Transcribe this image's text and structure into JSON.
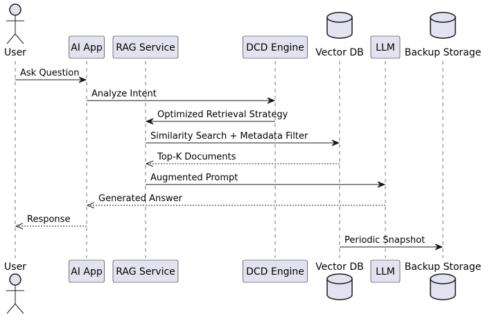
{
  "participants": [
    {
      "id": "user",
      "label": "User",
      "kind": "actor",
      "icon": "stick-figure-icon"
    },
    {
      "id": "aiapp",
      "label": "AI App",
      "kind": "participant"
    },
    {
      "id": "rag",
      "label": "RAG Service",
      "kind": "participant"
    },
    {
      "id": "dcd",
      "label": "DCD Engine",
      "kind": "participant"
    },
    {
      "id": "vectordb",
      "label": "Vector DB",
      "kind": "database",
      "icon": "database-cylinder-icon"
    },
    {
      "id": "llm",
      "label": "LLM",
      "kind": "participant"
    },
    {
      "id": "backup",
      "label": "Backup Storage",
      "kind": "database",
      "icon": "database-cylinder-icon"
    }
  ],
  "messages": [
    {
      "from": "user",
      "to": "aiapp",
      "label": "Ask Question",
      "style": "solid"
    },
    {
      "from": "aiapp",
      "to": "dcd",
      "label": "Analyze Intent",
      "style": "solid"
    },
    {
      "from": "dcd",
      "to": "rag",
      "label": "Optimized Retrieval Strategy",
      "style": "solid"
    },
    {
      "from": "rag",
      "to": "vectordb",
      "label": "Similarity Search + Metadata Filter",
      "style": "solid"
    },
    {
      "from": "vectordb",
      "to": "rag",
      "label": "Top-K Documents",
      "style": "dashed"
    },
    {
      "from": "rag",
      "to": "llm",
      "label": "Augmented Prompt",
      "style": "solid"
    },
    {
      "from": "llm",
      "to": "aiapp",
      "label": "Generated Answer",
      "style": "dashed"
    },
    {
      "from": "aiapp",
      "to": "user",
      "label": "Response",
      "style": "dashed"
    },
    {
      "from": "vectordb",
      "to": "backup",
      "label": "Periodic Snapshot",
      "style": "solid"
    }
  ],
  "colors": {
    "participant_fill": "#e2e2f0",
    "line": "#181818",
    "text": "#000000"
  }
}
